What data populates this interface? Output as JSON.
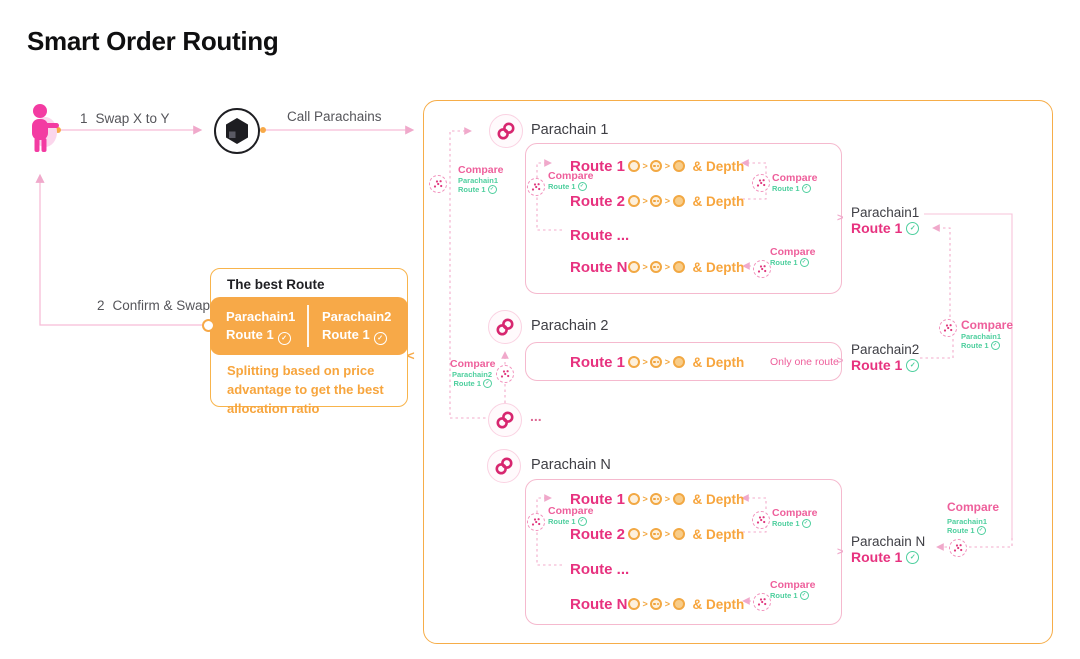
{
  "title": "Smart Order Routing",
  "flow": {
    "step1_num": "1",
    "step1_text": "Swap X to Y",
    "call_text": "Call Parachains",
    "step2_num": "2",
    "step2_text": "Confirm & Swap"
  },
  "best_route": {
    "title": "The best Route",
    "options": [
      {
        "name": "Parachain1",
        "route": "Route 1"
      },
      {
        "name": "Parachain2",
        "route": "Route 1"
      }
    ],
    "note": "Splitting based on price advantage to get the best allocation ratio"
  },
  "panel": {
    "p1": {
      "label": "Parachain 1",
      "routes": [
        "Route 1",
        "Route 2",
        "Route ...",
        "Route N"
      ],
      "depth": "& Depth"
    },
    "p2": {
      "label": "Parachain 2",
      "route": "Route 1",
      "depth": "& Depth",
      "note": "Only one route"
    },
    "dots_label": "...",
    "pn": {
      "label": "Parachain N",
      "routes": [
        "Route 1",
        "Route 2",
        "Route ...",
        "Route N"
      ],
      "depth": "& Depth"
    }
  },
  "compare": {
    "label": "Compare",
    "route": "Route 1",
    "parachain1": "Parachain1",
    "parachain2": "Parachain2"
  },
  "results": [
    {
      "name": "Parachain1",
      "route": "Route 1"
    },
    {
      "name": "Parachain2",
      "route": "Route 1"
    },
    {
      "name": "Parachain N",
      "route": "Route 1"
    }
  ],
  "colors": {
    "pink": "#e7327f",
    "orange": "#f7a948",
    "green": "#4ecf9e",
    "compare_pink": "#ee5f9b"
  }
}
